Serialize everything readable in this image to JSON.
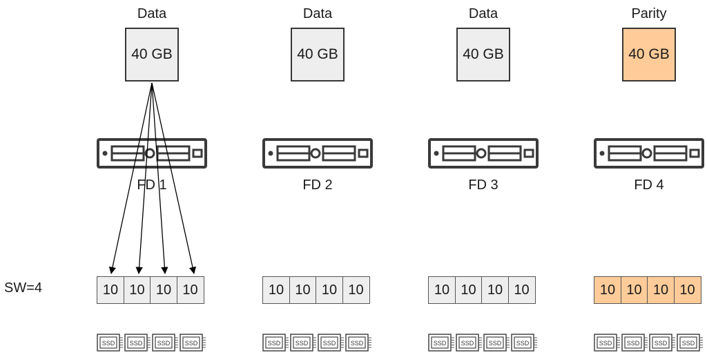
{
  "stripe_width_label": "SW=4",
  "columns": [
    {
      "title": "Data",
      "block": "40 GB",
      "fd": "FD 1",
      "cells": [
        "10",
        "10",
        "10",
        "10"
      ],
      "parity": false
    },
    {
      "title": "Data",
      "block": "40 GB",
      "fd": "FD 2",
      "cells": [
        "10",
        "10",
        "10",
        "10"
      ],
      "parity": false
    },
    {
      "title": "Data",
      "block": "40 GB",
      "fd": "FD 3",
      "cells": [
        "10",
        "10",
        "10",
        "10"
      ],
      "parity": false
    },
    {
      "title": "Parity",
      "block": "40 GB",
      "fd": "FD 4",
      "cells": [
        "10",
        "10",
        "10",
        "10"
      ],
      "parity": true
    }
  ],
  "ssd_label": "SSD",
  "colors": {
    "data_fill": "#eeeeee",
    "parity_fill": "#ffcc99",
    "stroke": "#363636"
  },
  "icons": {
    "server": "server-rack-icon",
    "ssd": "ssd-drive-icon"
  }
}
